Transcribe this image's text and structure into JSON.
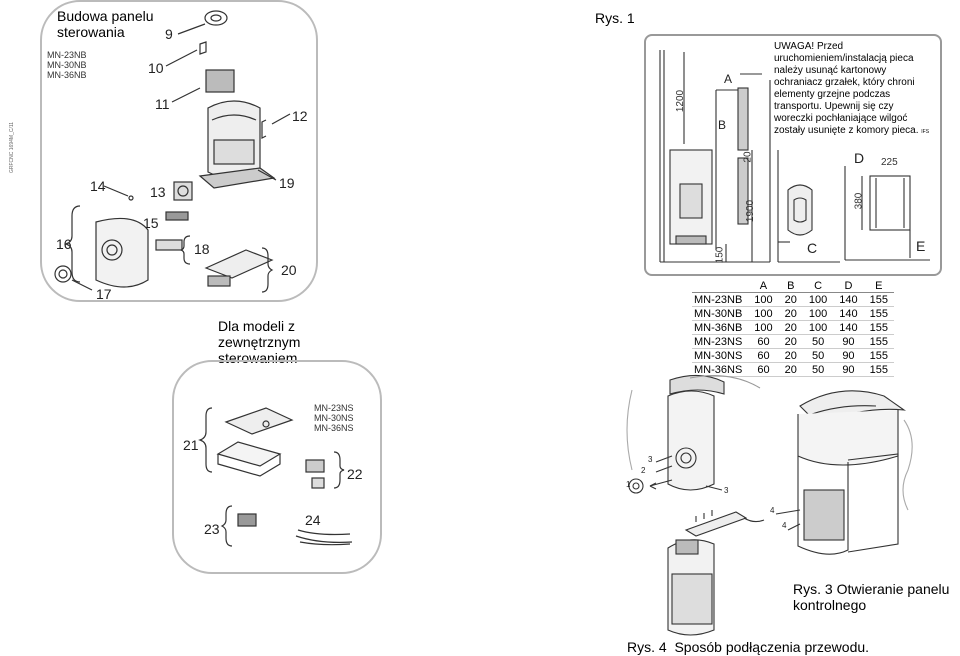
{
  "left_panel": {
    "title_line1": "Budowa panelu",
    "title_line2": "sterowania",
    "models": [
      "MN-23NB",
      "MN-30NB",
      "MN-36NB"
    ],
    "side_code": "GRFCNC 1694M_C/11",
    "parts": [
      "9",
      "10",
      "11",
      "12",
      "13",
      "14",
      "15",
      "16",
      "17",
      "18",
      "19",
      "20"
    ]
  },
  "external_panel": {
    "caption_line1": "Dla modeli z",
    "caption_line2": "zewnętrznym",
    "caption_line3": "sterowaniem",
    "models": [
      "MN-23NS",
      "MN-30NS",
      "MN-36NS"
    ],
    "parts": [
      "21",
      "22",
      "23",
      "24"
    ]
  },
  "fig1": {
    "title": "Rys. 1",
    "warning": [
      "UWAGA! Przed",
      "uruchomieniem/instalacją pieca",
      "należy usunąć kartonowy",
      "ochraniacz grzałek, który chroni",
      "elementy grzejne podczas",
      "transportu. Upewnij się czy",
      "woreczki pochłaniające wilgoć",
      "zostały usunięte z komory pieca."
    ],
    "warning_code": "IFS",
    "dims": {
      "d1200": "1200",
      "d1900": "1900",
      "d150": "150",
      "d20": "20",
      "d225": "225",
      "d380": "380"
    },
    "letters": {
      "A": "A",
      "B": "B",
      "C": "C",
      "D": "D",
      "E": "E"
    }
  },
  "dim_table": {
    "headers": [
      "A",
      "B",
      "C",
      "D",
      "E"
    ],
    "rows": [
      {
        "model": "MN-23NB",
        "values": [
          "100",
          "20",
          "100",
          "140",
          "155"
        ]
      },
      {
        "model": "MN-30NB",
        "values": [
          "100",
          "20",
          "100",
          "140",
          "155"
        ]
      },
      {
        "model": "MN-36NB",
        "values": [
          "100",
          "20",
          "100",
          "140",
          "155"
        ]
      },
      {
        "model": "MN-23NS",
        "values": [
          "60",
          "20",
          "50",
          "90",
          "155"
        ]
      },
      {
        "model": "MN-30NS",
        "values": [
          "60",
          "20",
          "50",
          "90",
          "155"
        ]
      },
      {
        "model": "MN-36NS",
        "values": [
          "60",
          "20",
          "50",
          "90",
          "155"
        ]
      }
    ]
  },
  "fig3": {
    "caption_line1": "Rys. 3 Otwieranie panelu",
    "caption_line2": "kontrolnego",
    "steps": [
      "1",
      "2",
      "3",
      "3",
      "4",
      "4"
    ]
  },
  "fig4": {
    "caption": "Rys. 4  Sposób podłączenia przewodu."
  }
}
